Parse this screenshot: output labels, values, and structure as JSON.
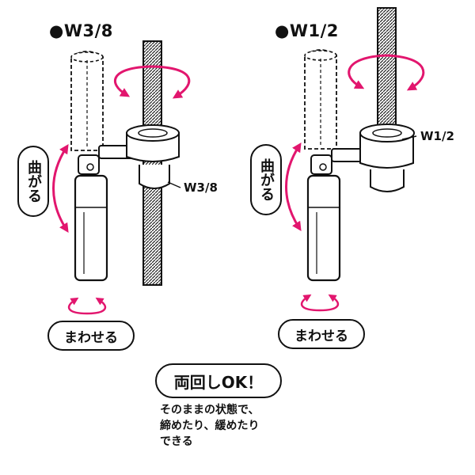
{
  "left_panel": {
    "title": "●W3/8",
    "size_label": "W3/8",
    "bend_label": "曲がる",
    "rotate_label": "まわせる"
  },
  "right_panel": {
    "title": "●W1/2",
    "size_label": "W1/2",
    "bend_label": "曲がる",
    "rotate_label": "まわせる"
  },
  "both_directions": {
    "badge": "両回しOK！",
    "caption_lines": [
      "そのままの状態で、",
      "締めたり、緩めたり",
      "できる"
    ]
  },
  "colors": {
    "arrow": "#e2166e",
    "line": "#111111",
    "fill": "#ffffff"
  }
}
